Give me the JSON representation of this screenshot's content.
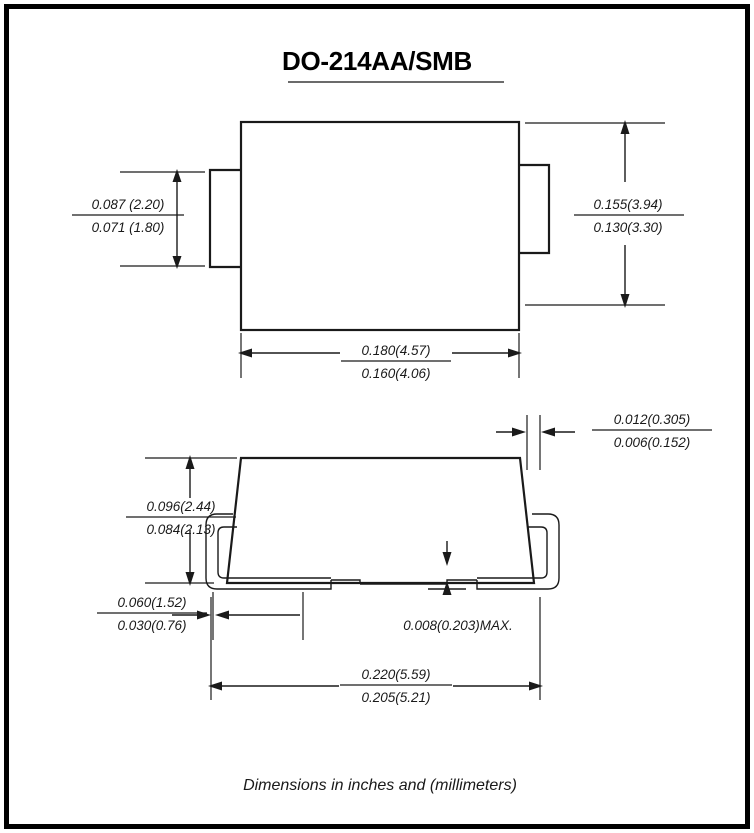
{
  "page": {
    "title": "DO-214AA/SMB",
    "caption": "Dimensions in inches and (millimeters)"
  },
  "top_view": {
    "name": "top-view",
    "dimensions": {
      "lead_width": {
        "upper": "0.087 (2.20)",
        "lower": "0.071 (1.80)"
      },
      "body_width": {
        "upper": "0.155(3.94)",
        "lower": "0.130(3.30)"
      },
      "body_length": {
        "upper": "0.180(4.57)",
        "lower": "0.160(4.06)"
      }
    }
  },
  "side_view": {
    "name": "side-view",
    "dimensions": {
      "lead_thickness": {
        "upper": "0.012(0.305)",
        "lower": "0.006(0.152)"
      },
      "body_height": {
        "upper": "0.096(2.44)",
        "lower": "0.084(2.13)"
      },
      "foot_length": {
        "upper": "0.060(1.52)",
        "lower": "0.030(0.76)"
      },
      "standoff": {
        "text": "0.008(0.203)MAX."
      },
      "overall_length": {
        "upper": "0.220(5.59)",
        "lower": "0.205(5.21)"
      }
    }
  },
  "colors": {
    "ink": "#1a1a1a",
    "frame": "#000000",
    "background": "#ffffff"
  }
}
